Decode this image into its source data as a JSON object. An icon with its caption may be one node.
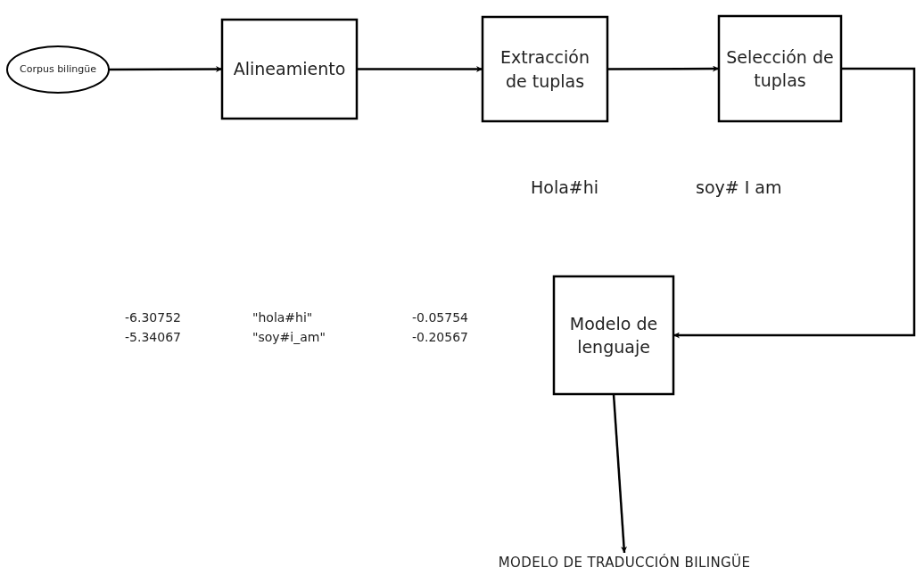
{
  "diagram": {
    "nodes": [
      {
        "text": [
          "Corpus bilingüe"
        ]
      },
      {
        "text": [
          "Alineamiento"
        ]
      },
      {
        "text": [
          "Extracción de tuplas"
        ]
      },
      {
        "text": [
          "Selección de tuplas"
        ]
      },
      {
        "text": [
          "Modelo de lenguaje"
        ]
      },
      {
        "text": [
          "MODELO DE TRADUCCIÓN BILINGÜE"
        ]
      }
    ],
    "edges": [
      {
        "from": 0,
        "to": 1,
        "arrow": "to"
      },
      {
        "from": 1,
        "to": 2,
        "arrow": "to"
      },
      {
        "from": 2,
        "to": 3,
        "arrow": "to"
      },
      {
        "from": 3,
        "to": 4,
        "arrow": "to"
      },
      {
        "from": 4,
        "to": 5,
        "arrow": "to"
      }
    ],
    "labels": [
      "Hola#hi",
      "soy# I am",
      "-6.30752",
      "\"hola#hi\"",
      "-0.05754",
      "-5.34067",
      "\"soy#i_am\"",
      "-0.20567"
    ]
  }
}
